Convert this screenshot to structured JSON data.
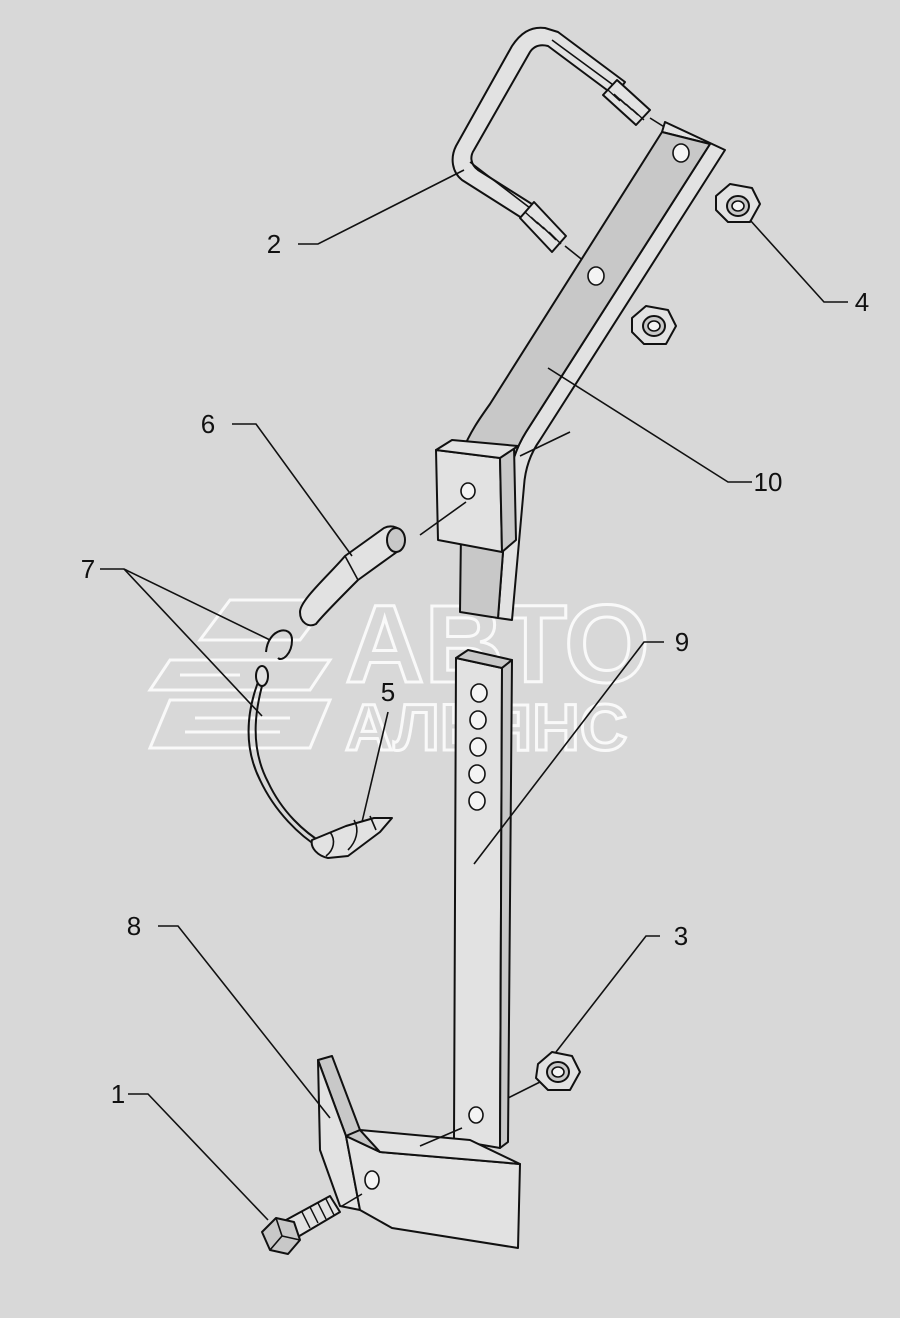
{
  "watermark": {
    "line1": "АВТО",
    "line2": "АЛЬЯНС"
  },
  "callouts": [
    {
      "id": "1",
      "text": "1"
    },
    {
      "id": "2",
      "text": "2"
    },
    {
      "id": "3",
      "text": "3"
    },
    {
      "id": "4",
      "text": "4"
    },
    {
      "id": "5",
      "text": "5"
    },
    {
      "id": "6",
      "text": "6"
    },
    {
      "id": "7",
      "text": "7"
    },
    {
      "id": "8",
      "text": "8"
    },
    {
      "id": "9",
      "text": "9"
    },
    {
      "id": "10",
      "text": "10"
    }
  ],
  "colors": {
    "background": "#d8d8d8",
    "line": "#111111",
    "watermark": "#ffffff"
  }
}
